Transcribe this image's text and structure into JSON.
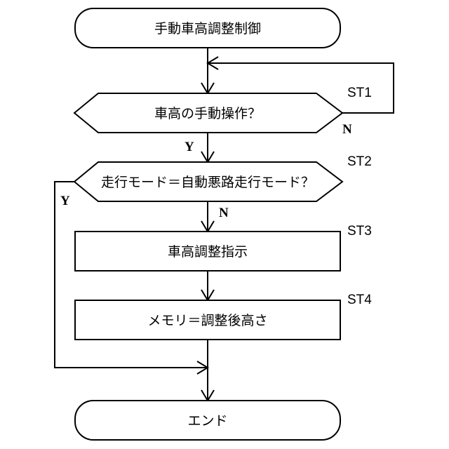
{
  "nodes": {
    "start": "手動車高調整制御",
    "decision_manual": "車高の手動操作？",
    "decision_mode": "走行モード＝自動悪路走行モード？",
    "process_instruct": "車高調整指示",
    "process_memory": "メモリ＝調整後高さ",
    "end": "エンド"
  },
  "steps": {
    "st1": "ST1",
    "st2": "ST2",
    "st3": "ST3",
    "st4": "ST4"
  },
  "branches": {
    "st1_no": "N",
    "st1_yes": "Y",
    "st2_yes": "Y",
    "st2_no": "N"
  }
}
